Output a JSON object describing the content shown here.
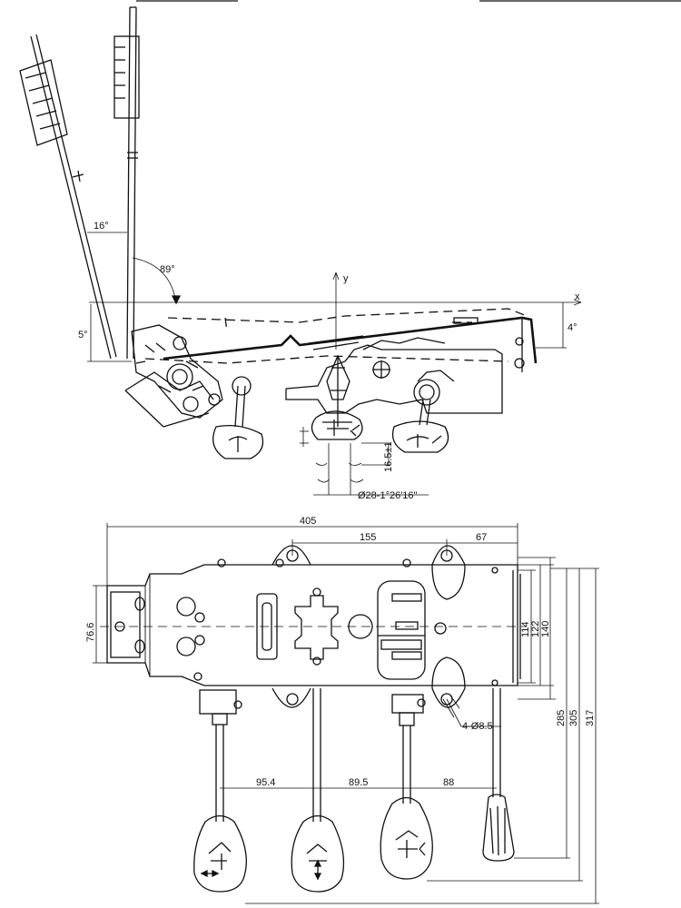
{
  "side_view": {
    "axis_y": "y",
    "axis_x": "x",
    "angle_upper": "16°",
    "angle_back": "89°",
    "height_left": "5°",
    "height_right": "4°",
    "stroke_dim": "16.5±1",
    "diameter_dim": "Ø28-1°26'16\""
  },
  "plan_view": {
    "dim_405": "405",
    "dim_155": "155",
    "dim_67": "67",
    "dim_76_6": "76.6",
    "dim_114": "114",
    "dim_122": "122",
    "dim_140": "140",
    "dim_285": "285",
    "dim_305": "305",
    "dim_317": "317",
    "holes": "4-Ø8.5",
    "dim_95_4": "95.4",
    "dim_89_5": "89.5",
    "dim_88": "88"
  }
}
